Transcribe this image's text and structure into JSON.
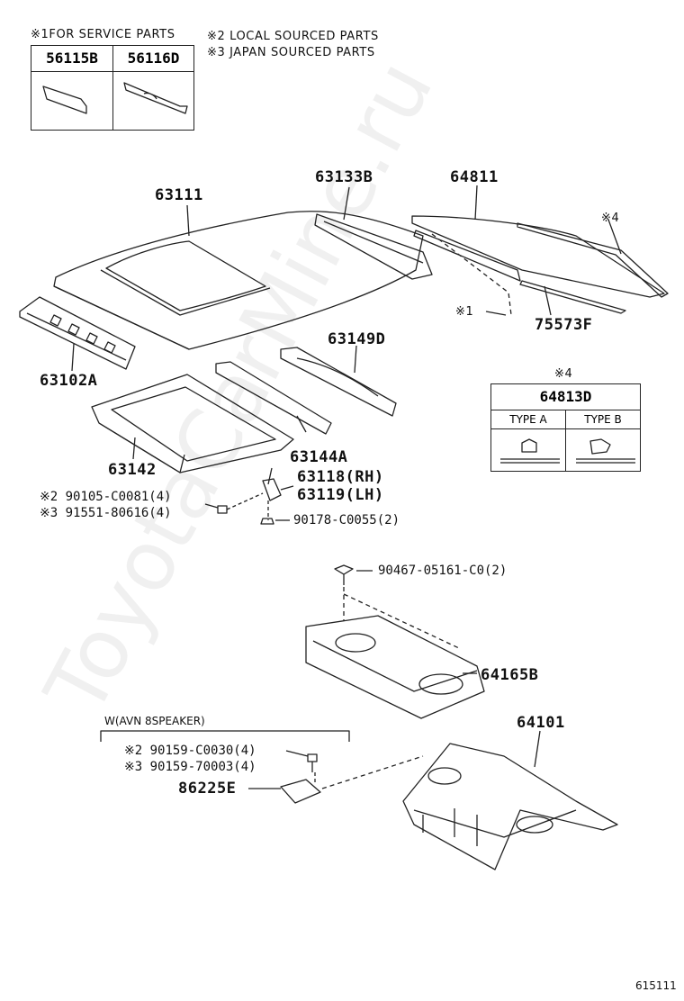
{
  "notes": {
    "service_parts": "※1FOR SERVICE PARTS",
    "local_sourced": "※2 LOCAL SOURCED PARTS",
    "japan_sourced": "※3 JAPAN SOURCED PARTS"
  },
  "service_table": {
    "col1": "56115B",
    "col2": "56116D"
  },
  "type_table": {
    "note": "※4",
    "header": "64813D",
    "type_a": "TYPE A",
    "type_b": "TYPE B"
  },
  "callouts": {
    "p63111": "63111",
    "p63133B": "63133B",
    "p64811": "64811",
    "mark4": "※4",
    "mark1": "※1",
    "p75573F": "75573F",
    "p63102A": "63102A",
    "p63149D": "63149D",
    "p63142": "63142",
    "p63144A": "63144A",
    "p63118": "63118(RH)",
    "p63119": "63119(LH)",
    "bolt_local": "※2 90105-C0081(4)",
    "bolt_japan": "※3 91551-80616(4)",
    "nut": "90178-C0055(2)",
    "clip": "90467-05161-C0(2)",
    "p64165B": "64165B",
    "avn_group": "W(AVN 8SPEAKER)",
    "screw_local": "※2 90159-C0030(4)",
    "screw_japan": "※3 90159-70003(4)",
    "p86225E": "86225E",
    "p64101": "64101"
  },
  "watermark": "ToyotaCarMine.ru",
  "figure_id": "615111"
}
